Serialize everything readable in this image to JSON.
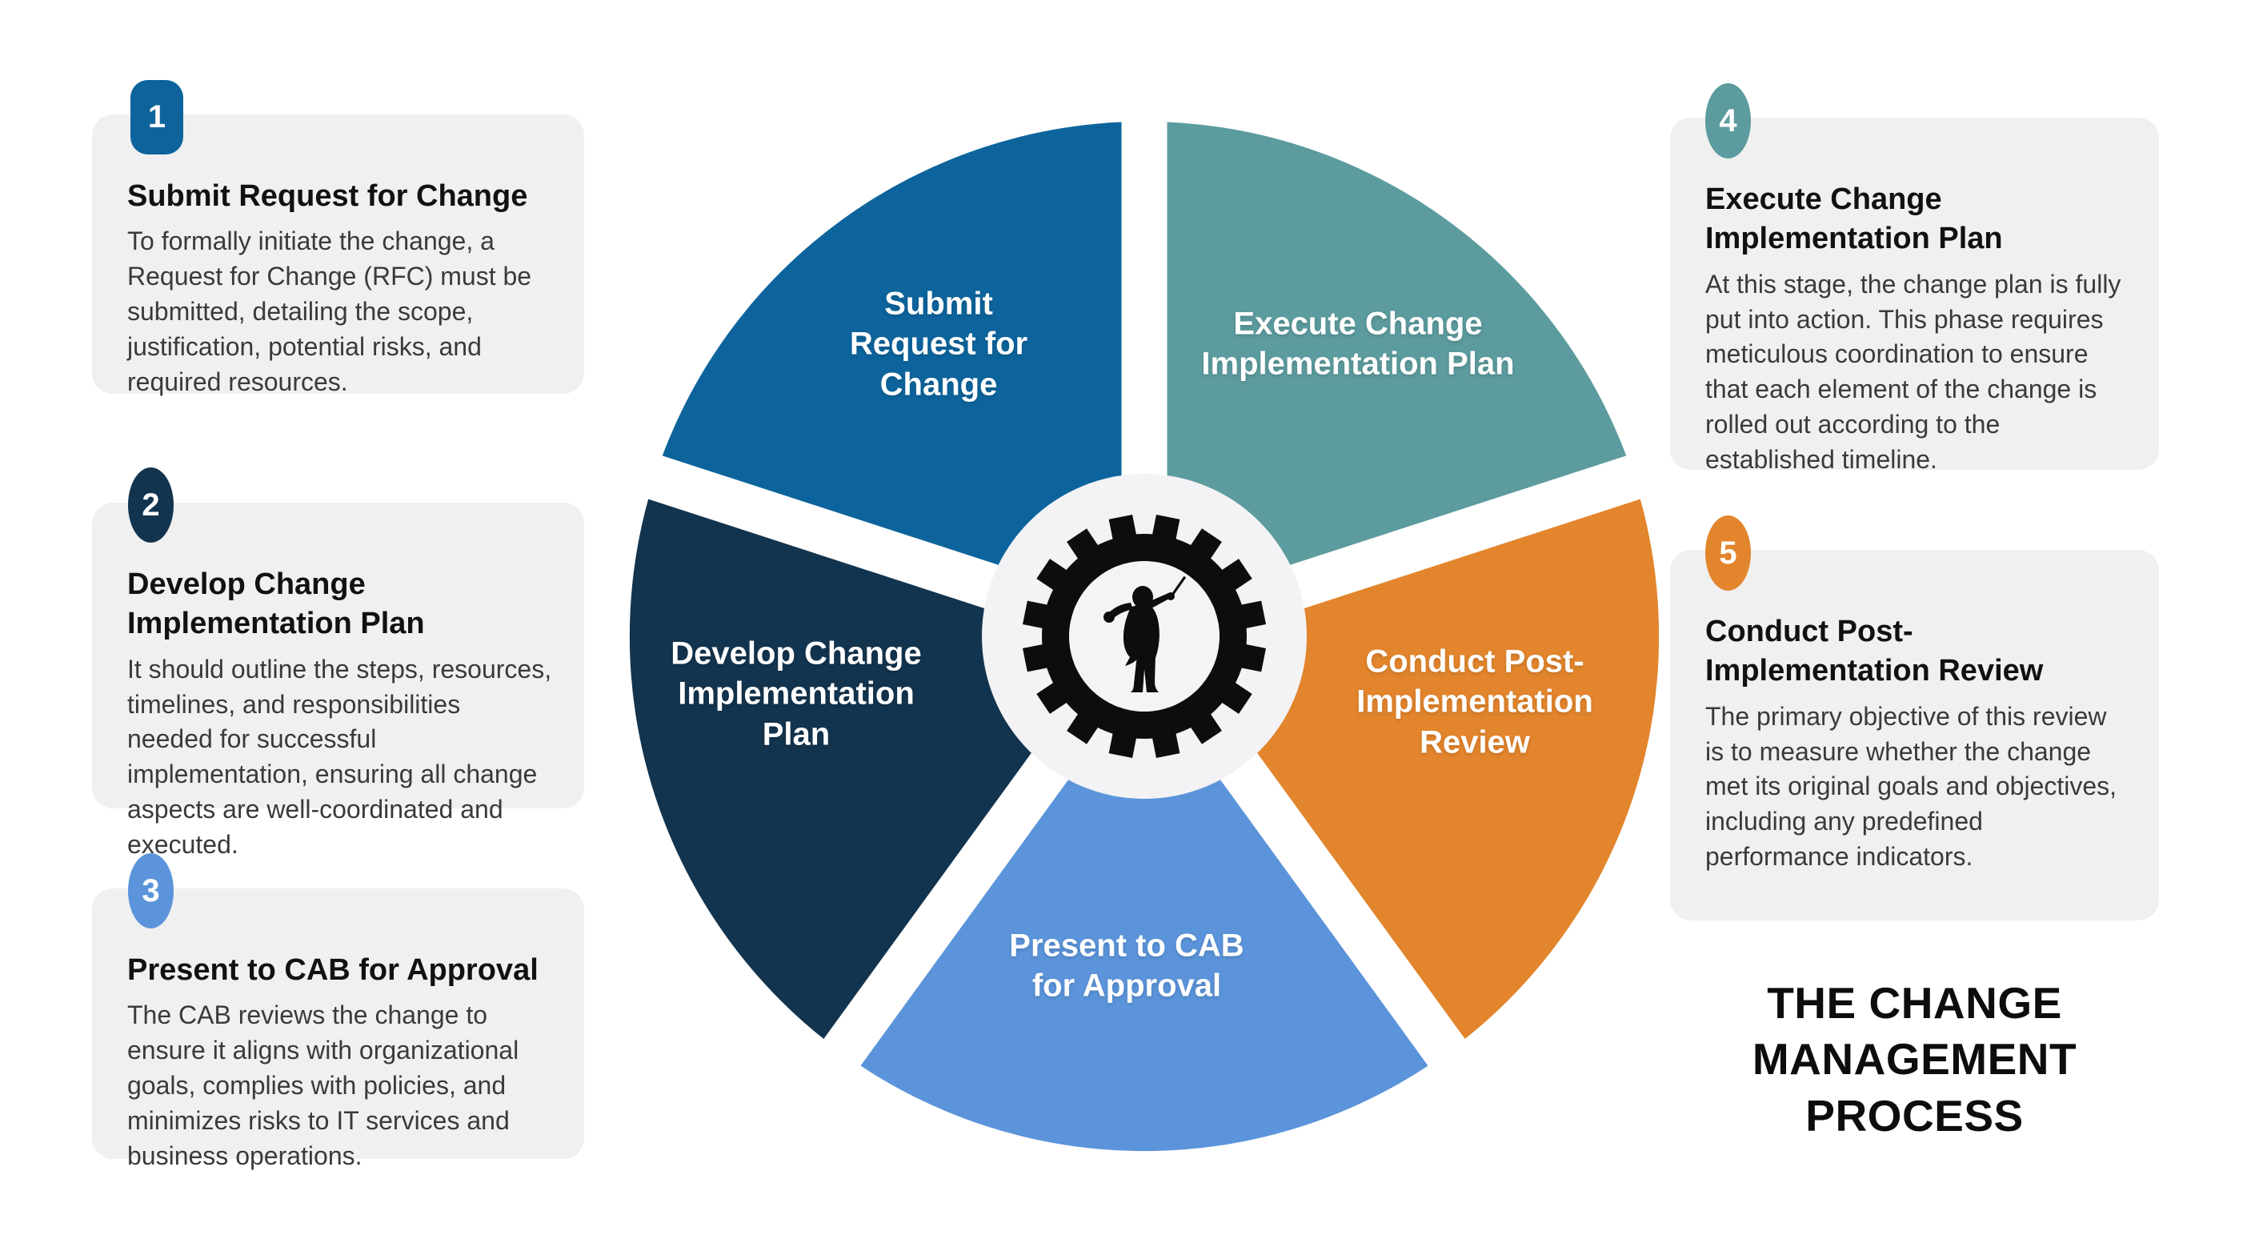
{
  "diagram_title": "THE CHANGE MANAGEMENT PROCESS",
  "center_icon": "gear-with-conductor",
  "colors": {
    "background": "#FFFFFF",
    "card_background": "#F0F0F1",
    "hub_background": "#F3F3F5",
    "gear": "#0D0D0D",
    "divider": "#FFFFFF",
    "label_text": "#FFFFFF",
    "title_text": "#111111",
    "body_text": "#3A3A3A"
  },
  "steps": [
    {
      "number": "1",
      "title": "Submit Request for Change",
      "description": "To formally initiate the change, a Request for Change (RFC) must be submitted, detailing the scope, justification, potential risks, and required resources.",
      "color": "#0D649C",
      "badge_color": "#0D649C"
    },
    {
      "number": "2",
      "title": "Develop Change Implementation Plan",
      "description": "It should outline the steps, resources, timelines, and responsibilities needed for successful implementation, ensuring all change aspects are well-coordinated and executed.",
      "color": "#13344E",
      "badge_color": "#13344E"
    },
    {
      "number": "3",
      "title": "Present to CAB for Approval",
      "description": "The CAB reviews the change to ensure it aligns with organizational goals, complies with policies, and minimizes risks to IT services and business operations.",
      "color": "#5B94DA",
      "badge_color": "#5B94DA"
    },
    {
      "number": "4",
      "title": "Execute Change Implementation Plan",
      "description": "At this stage, the change plan is fully put into action. This phase requires meticulous coordination to ensure that each element of the change is rolled out according to the established timeline.",
      "color": "#5C9B9E",
      "badge_color": "#5C9B9E"
    },
    {
      "number": "5",
      "title": "Conduct Post-Implementation Review",
      "description": "The primary objective of this review is to measure whether the change met its original goals and objectives, including any predefined performance indicators.",
      "color": "#E2852C",
      "badge_color": "#E2852C"
    }
  ]
}
